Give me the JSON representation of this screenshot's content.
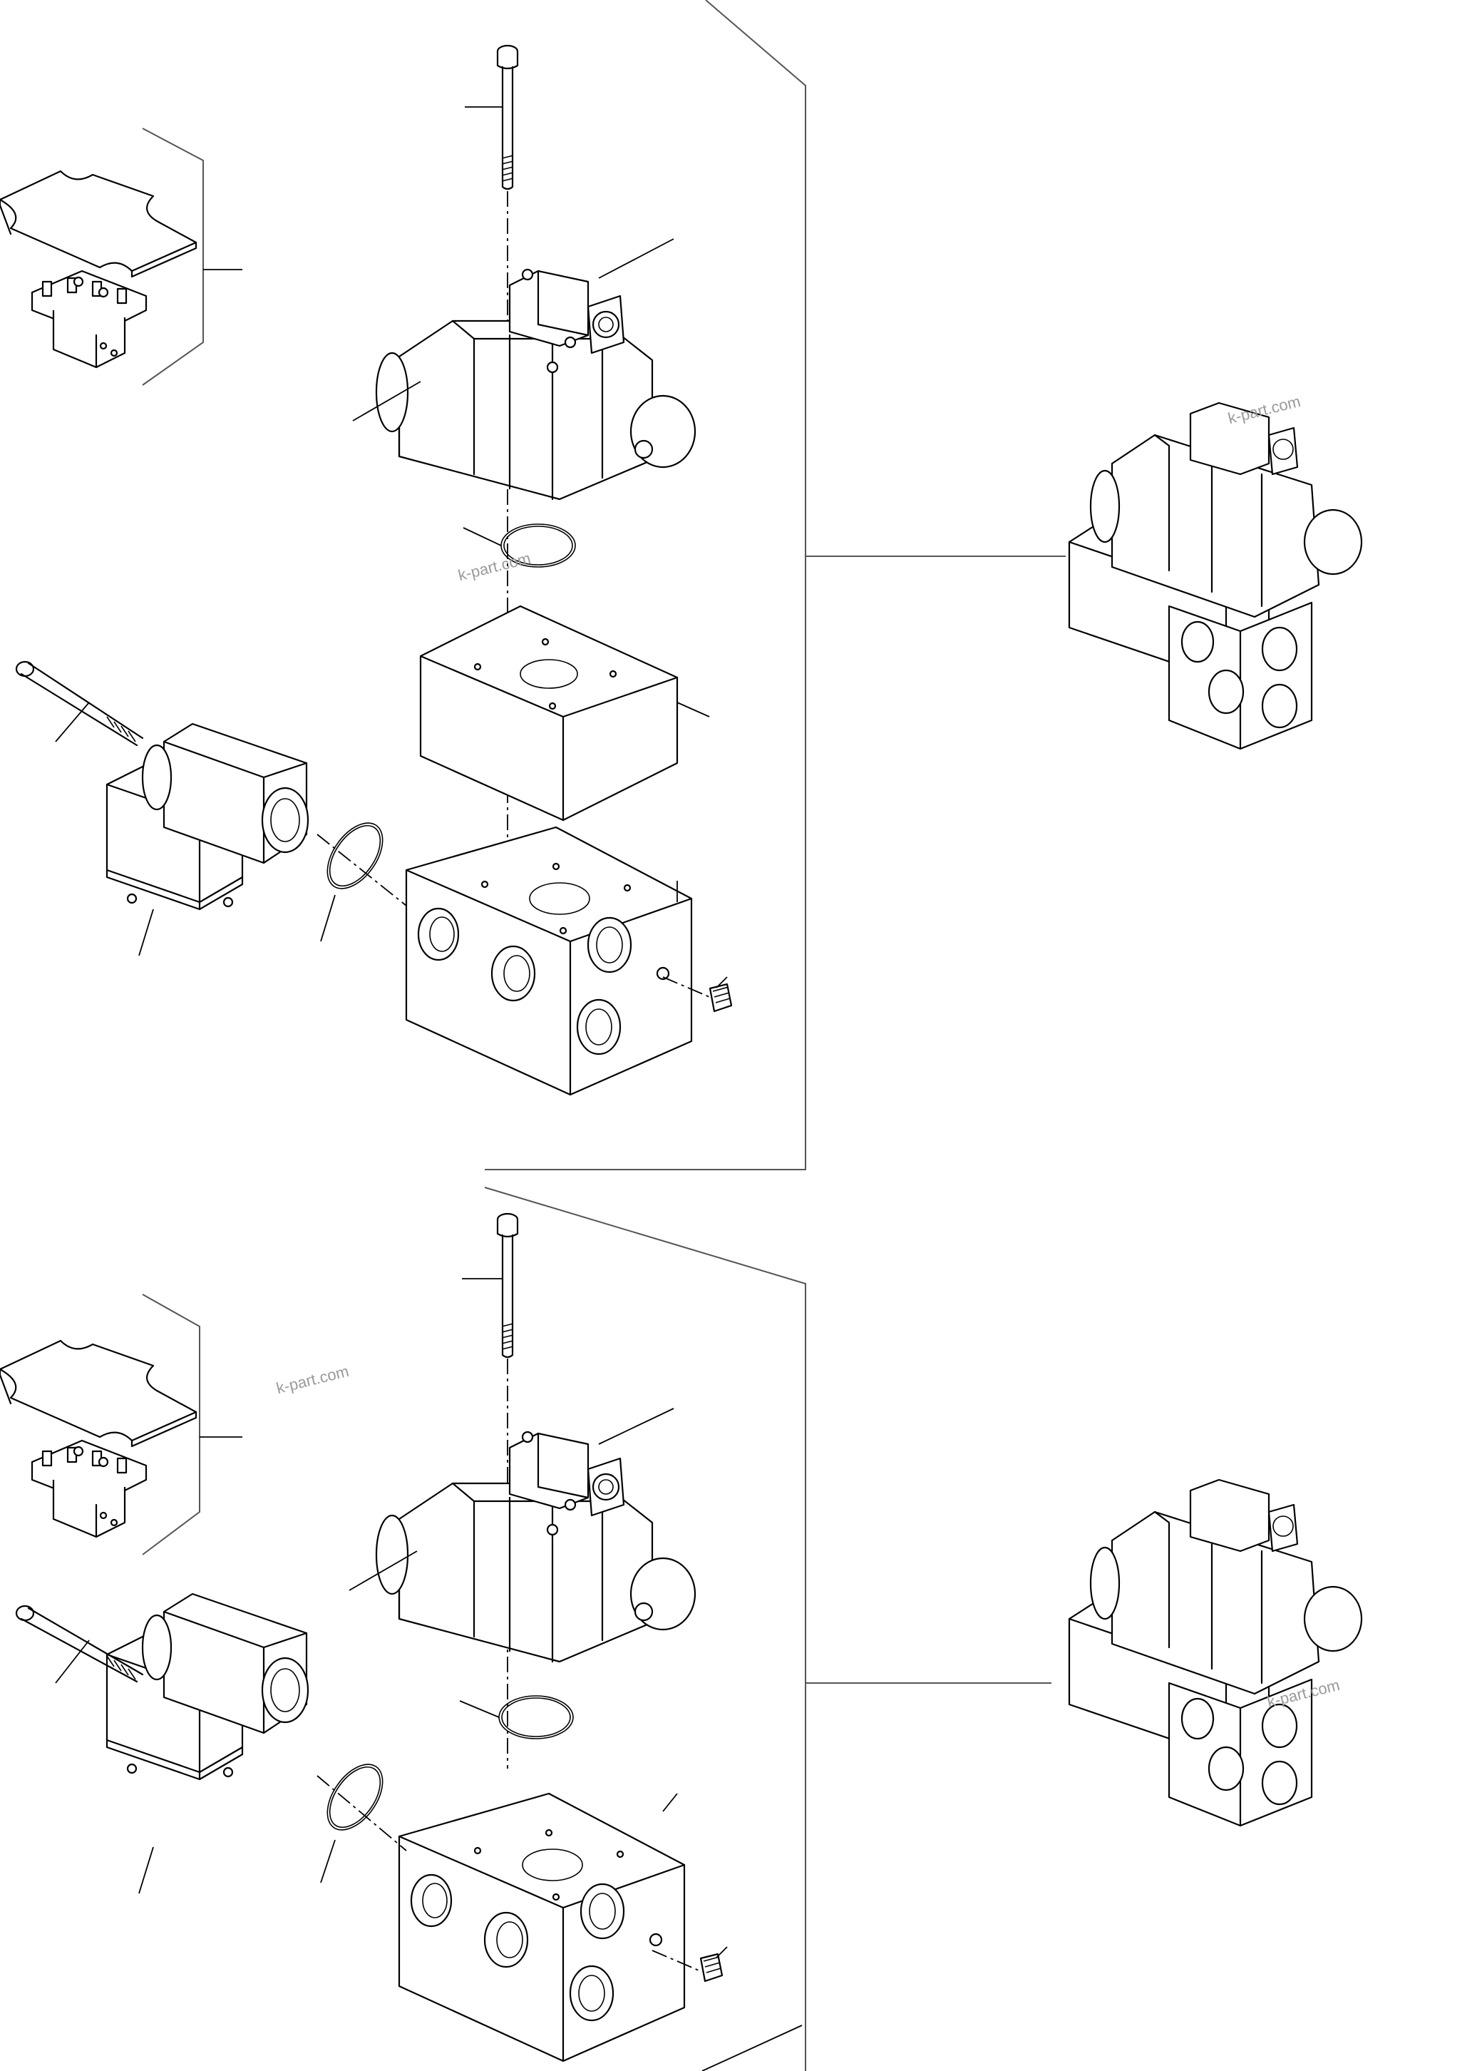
{
  "watermarks": [
    {
      "text": "k-part.com"
    },
    {
      "text": "k-part.com"
    },
    {
      "text": "k-part.com"
    },
    {
      "text": "k-part.com"
    }
  ],
  "icons": [
    "cap-screw-icon",
    "solenoid-valve-icon",
    "o-ring-icon",
    "spacer-block-icon",
    "manifold-block-icon",
    "plug-icon",
    "plate-icon",
    "terminal-block-icon",
    "pilot-valve-icon",
    "assembled-valve-icon"
  ]
}
